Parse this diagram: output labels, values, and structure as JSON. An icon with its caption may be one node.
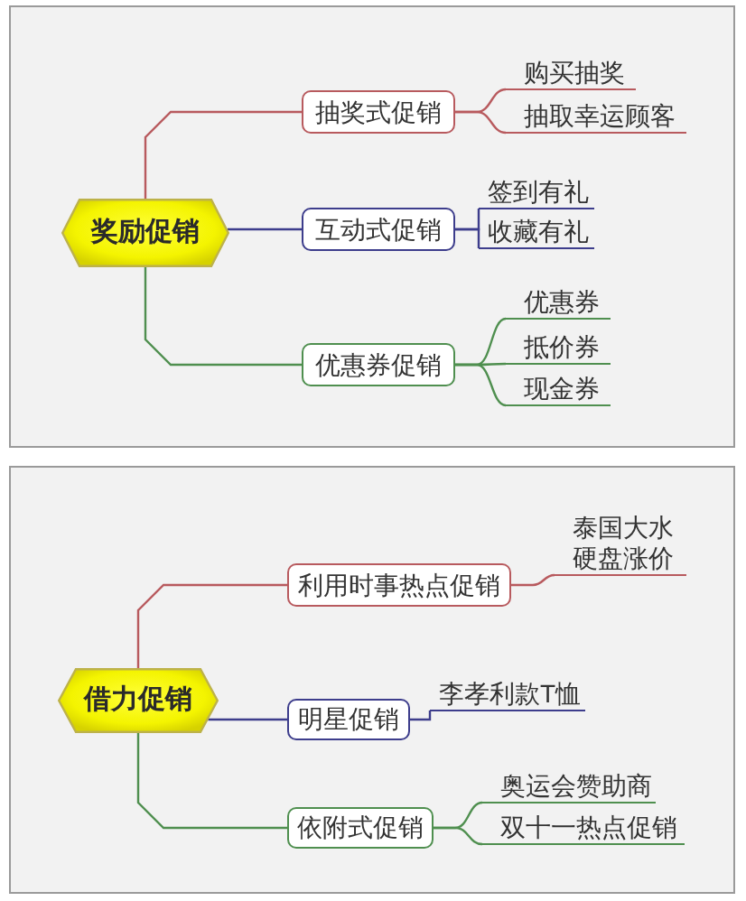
{
  "diagram": {
    "nodes": [
      {
        "text": [
          "奖励促销"
        ]
      },
      {
        "text": [
          "抽奖式促销"
        ]
      },
      {
        "text": [
          "购买抽奖"
        ]
      },
      {
        "text": [
          "抽取幸运顾客"
        ]
      },
      {
        "text": [
          "互动式促销"
        ]
      },
      {
        "text": [
          "签到有礼"
        ]
      },
      {
        "text": [
          "收藏有礼"
        ]
      },
      {
        "text": [
          "优惠券促销"
        ]
      },
      {
        "text": [
          "优惠券"
        ]
      },
      {
        "text": [
          "抵价券"
        ]
      },
      {
        "text": [
          "现金券"
        ]
      },
      {
        "text": [
          "借力促销"
        ]
      },
      {
        "text": [
          "利用时事热点促销"
        ]
      },
      {
        "text": [
          "泰国大水硬盘涨价"
        ]
      },
      {
        "text": [
          "明星促销"
        ]
      },
      {
        "text": [
          "李孝利款T恤"
        ]
      },
      {
        "text": [
          "依附式促销"
        ]
      },
      {
        "text": [
          "奥运会赞助商"
        ]
      },
      {
        "text": [
          "双十一热点促销"
        ]
      }
    ],
    "edges": [
      {
        "from": 0,
        "to": 1,
        "arrow": "none",
        "color": "#b85a5e"
      },
      {
        "from": 1,
        "to": 2,
        "arrow": "none",
        "color": "#b85a5e"
      },
      {
        "from": 1,
        "to": 3,
        "arrow": "none",
        "color": "#b85a5e"
      },
      {
        "from": 0,
        "to": 4,
        "arrow": "none",
        "color": "#3d3d8c"
      },
      {
        "from": 4,
        "to": 5,
        "arrow": "none",
        "color": "#3d3d8c"
      },
      {
        "from": 4,
        "to": 6,
        "arrow": "none",
        "color": "#3d3d8c"
      },
      {
        "from": 0,
        "to": 7,
        "arrow": "none",
        "color": "#4f8f4f"
      },
      {
        "from": 7,
        "to": 8,
        "arrow": "none",
        "color": "#4f8f4f"
      },
      {
        "from": 7,
        "to": 9,
        "arrow": "none",
        "color": "#4f8f4f"
      },
      {
        "from": 7,
        "to": 10,
        "arrow": "none",
        "color": "#4f8f4f"
      },
      {
        "from": 11,
        "to": 12,
        "arrow": "none",
        "color": "#b85a5e"
      },
      {
        "from": 12,
        "to": 13,
        "arrow": "none",
        "color": "#b85a5e"
      },
      {
        "from": 11,
        "to": 14,
        "arrow": "none",
        "color": "#3d3d8c"
      },
      {
        "from": 14,
        "to": 15,
        "arrow": "none",
        "color": "#3d3d8c"
      },
      {
        "from": 11,
        "to": 16,
        "arrow": "none",
        "color": "#4f8f4f"
      },
      {
        "from": 16,
        "to": 17,
        "arrow": "none",
        "color": "#4f8f4f"
      },
      {
        "from": 16,
        "to": 18,
        "arrow": "none",
        "color": "#4f8f4f"
      }
    ]
  }
}
